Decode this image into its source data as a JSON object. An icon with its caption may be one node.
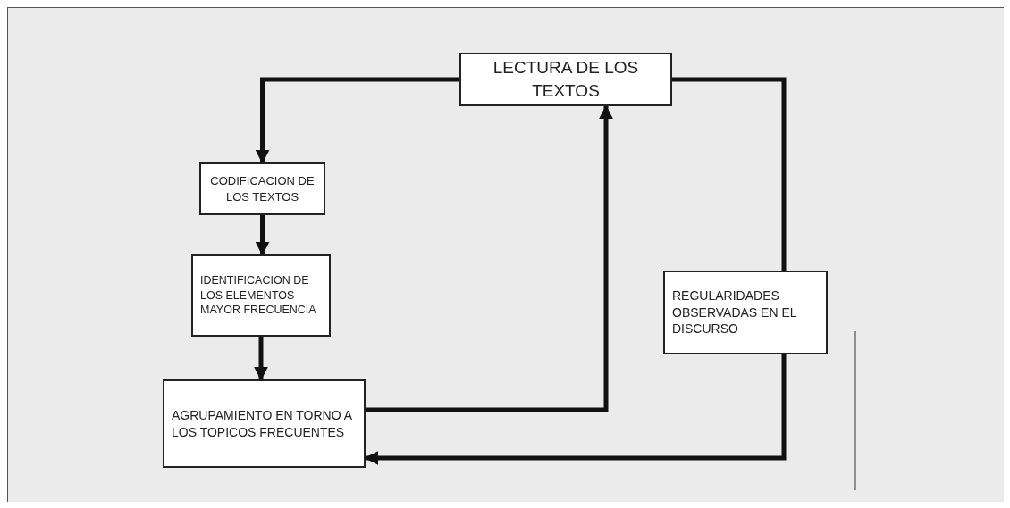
{
  "diagram": {
    "nodes": [
      {
        "text": [
          "LECTURA DE LOS TEXTOS"
        ]
      },
      {
        "text": [
          "CODIFICACION DE LOS TEXTOS"
        ]
      },
      {
        "text": [
          "IDENTIFICACION DE LOS ELEMENTOS MAYOR FRECUENCIA"
        ]
      },
      {
        "text": [
          "AGRUPAMIENTO EN TORNO A LOS TOPICOS FRECUENTES"
        ]
      },
      {
        "text": [
          "REGULARIDADES OBSERVADAS EN EL DISCURSO"
        ]
      }
    ],
    "edges": [
      {
        "from": 0,
        "to": 1,
        "arrow": "to"
      },
      {
        "from": 1,
        "to": 2,
        "arrow": "to"
      },
      {
        "from": 2,
        "to": 3,
        "arrow": "to"
      },
      {
        "from": 3,
        "to": 0,
        "arrow": "to"
      },
      {
        "from": 0,
        "to": 4,
        "arrow": "none"
      },
      {
        "from": 4,
        "to": 3,
        "arrow": "to"
      }
    ]
  }
}
